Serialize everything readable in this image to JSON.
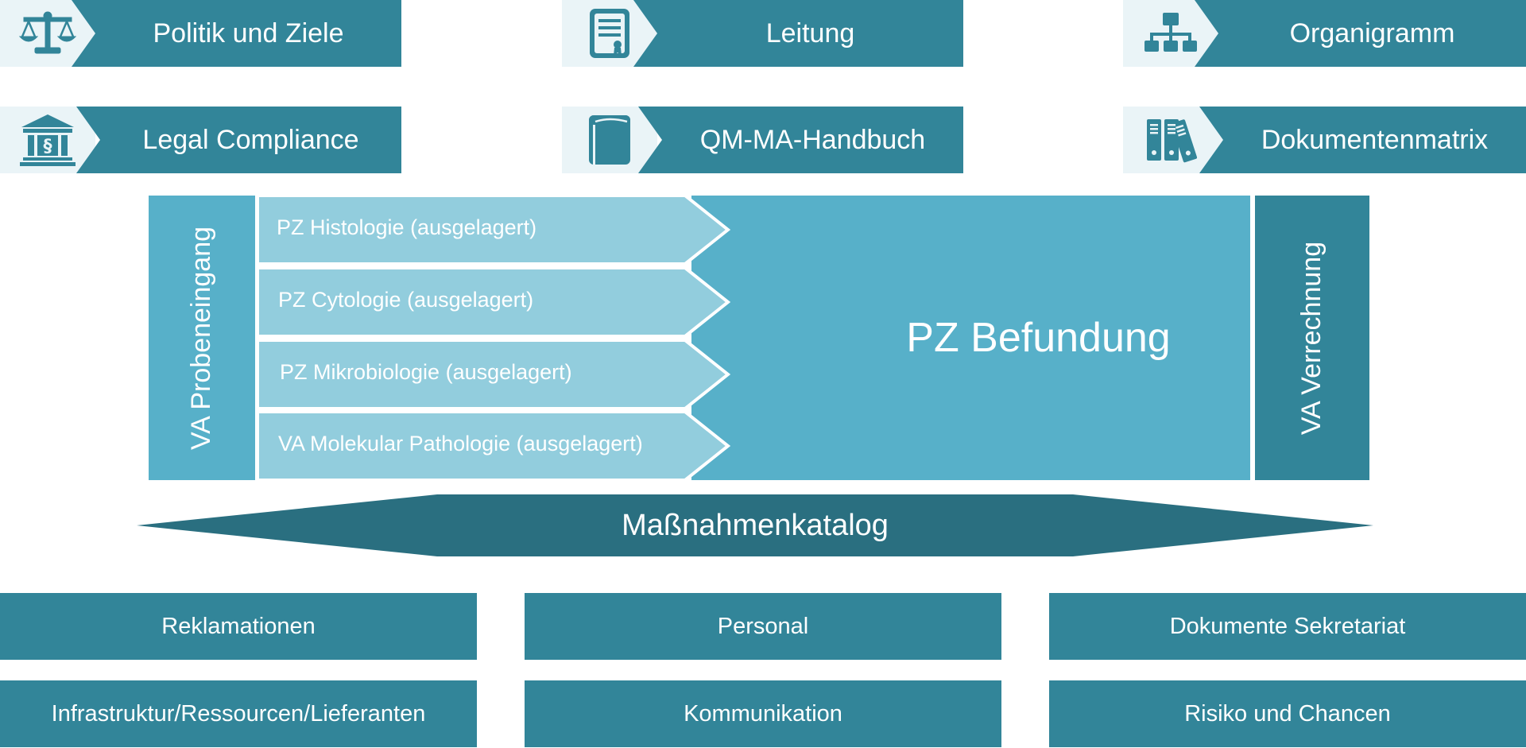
{
  "colors": {
    "dark_teal": "#328599",
    "medium_blue": "#57b0c9",
    "light_blue": "#92cddd",
    "deep_teal": "#2a6f80",
    "icon_bg": "#eaf4f7"
  },
  "top_cards": [
    {
      "label": "Politik und Ziele",
      "icon": "scales-icon"
    },
    {
      "label": "Leitung",
      "icon": "certificate-document-icon"
    },
    {
      "label": "Organigramm",
      "icon": "org-chart-icon"
    },
    {
      "label": "Legal Compliance",
      "icon": "courthouse-paragraph-icon"
    },
    {
      "label": "QM-MA-Handbuch",
      "icon": "book-icon"
    },
    {
      "label": "Dokumentenmatrix",
      "icon": "binders-icon"
    }
  ],
  "process": {
    "left_label": "VA Probeneingang",
    "right_label": "VA Verrechnung",
    "main_label": "PZ Befundung",
    "sub_processes": [
      "PZ Histologie (ausgelagert)",
      "PZ Cytologie (ausgelagert)",
      "PZ Mikrobiologie (ausgelagert)",
      "VA Molekular Pathologie (ausgelagert)"
    ]
  },
  "katalog_label": "Maßnahmenkatalog",
  "bottom_boxes": [
    "Reklamationen",
    "Personal",
    "Dokumente Sekretariat",
    "Infrastruktur/Ressourcen/Lieferanten",
    "Kommunikation",
    "Risiko und Chancen"
  ]
}
